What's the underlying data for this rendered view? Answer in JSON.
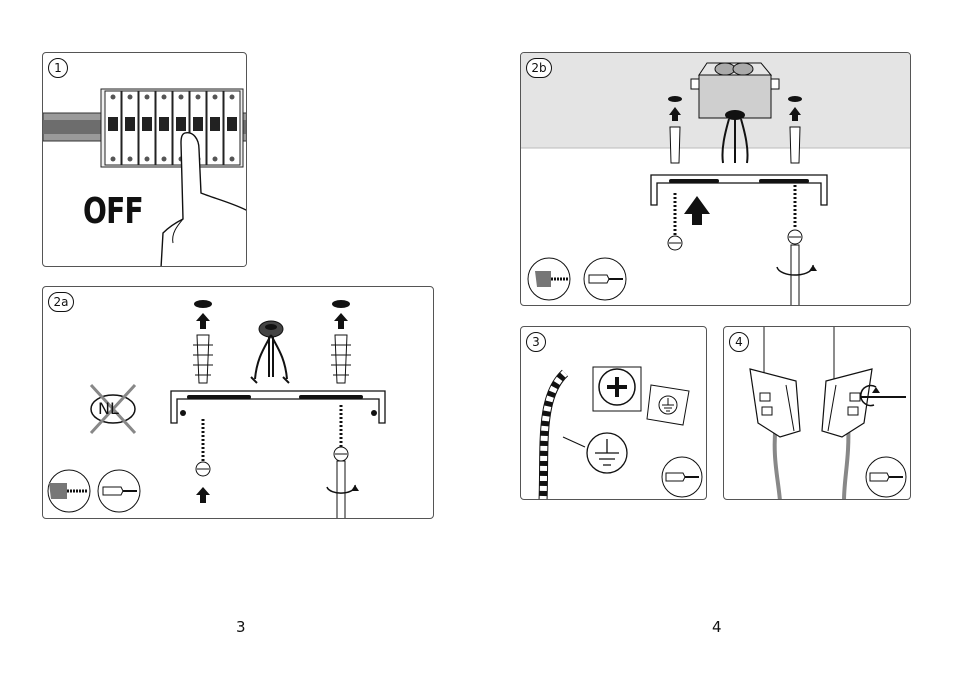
{
  "steps": {
    "s1": {
      "label": "1",
      "text": "OFF"
    },
    "s2a": {
      "label": "2a",
      "badge": "NL"
    },
    "s2b": {
      "label": "2b"
    },
    "s3": {
      "label": "3"
    },
    "s4": {
      "label": "4"
    }
  },
  "pages": {
    "left": "3",
    "right": "4"
  },
  "icons": {
    "breaker": "circuit-breaker-icon",
    "screwdriver": "screwdriver-icon",
    "drill": "drill-icon",
    "ground": "ground-symbol-icon",
    "rotate": "rotate-arrow-icon"
  }
}
